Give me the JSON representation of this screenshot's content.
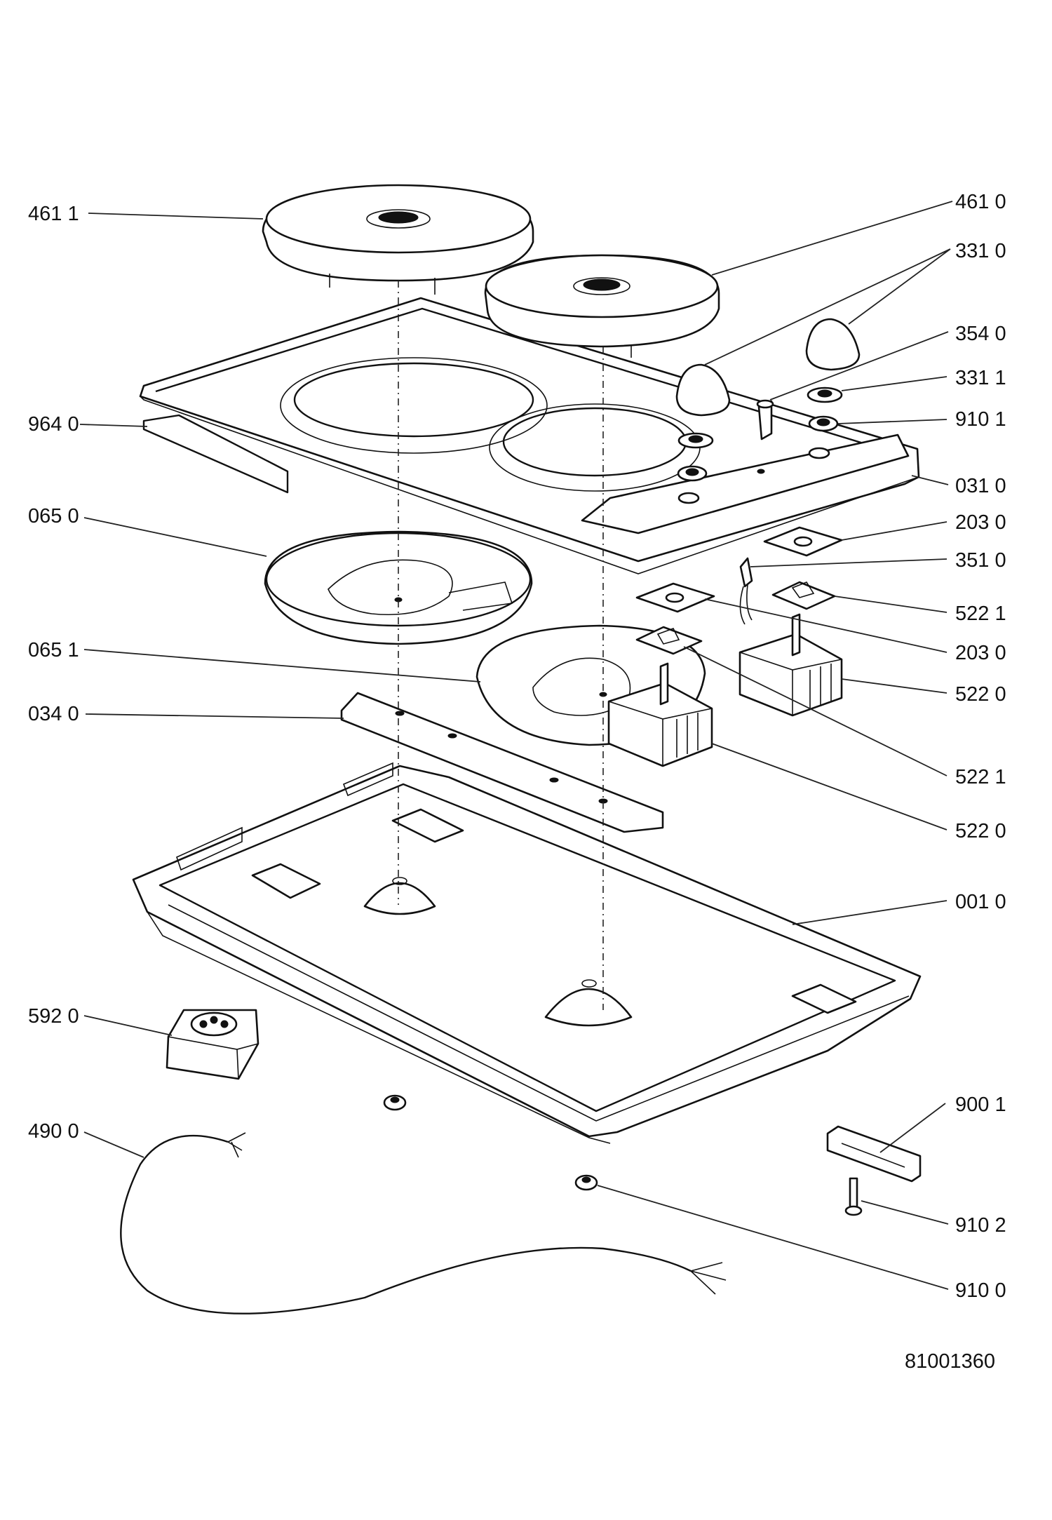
{
  "labels_left": {
    "l_461_1": "461 1",
    "l_964_0": "964 0",
    "l_065_0": "065 0",
    "l_065_1": "065 1",
    "l_034_0": "034 0",
    "l_592_0": "592 0",
    "l_490_0": "490 0"
  },
  "labels_right": {
    "r_461_0": "461 0",
    "r_331_0": "331 0",
    "r_354_0": "354 0",
    "r_331_1": "331 1",
    "r_910_1": "910 1",
    "r_031_0": "031 0",
    "r_203_0a": "203 0",
    "r_351_0": "351 0",
    "r_522_1a": "522 1",
    "r_203_0b": "203 0",
    "r_522_0a": "522 0",
    "r_522_1b": "522 1",
    "r_522_0b": "522 0",
    "r_001_0": "001 0",
    "r_900_1": "900 1",
    "r_910_2": "910 2",
    "r_910_0": "910 0"
  },
  "drawing_number": "81001360"
}
